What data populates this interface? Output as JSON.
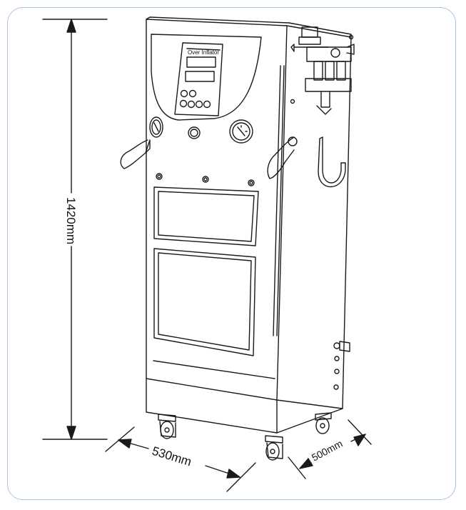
{
  "panel": {
    "display_label": "Over Inflator"
  },
  "dimensions": {
    "height": "1420mm",
    "width": "530mm",
    "depth": "500mm"
  },
  "colors": {
    "frame_border": "#a9c6e0",
    "line": "#1a1a1a"
  }
}
